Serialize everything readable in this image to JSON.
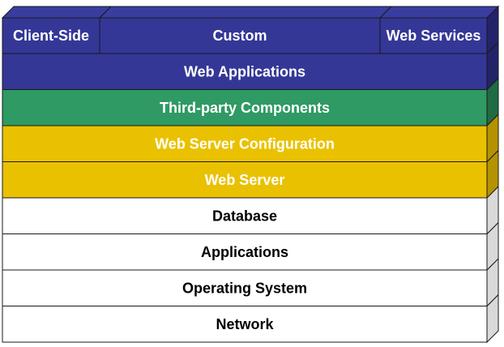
{
  "colors": {
    "blue": "#343796",
    "blue_side": "#22246a",
    "blue_top": "#3a3da0",
    "green": "#2f9a63",
    "green_side": "#1f6b44",
    "yellow": "#eac100",
    "yellow_side": "#b59200",
    "white": "#ffffff",
    "white_side": "#d9d9d9",
    "stroke": "#1a1a1a",
    "text_light": "#ffffff",
    "text_dark": "#000000"
  },
  "top_row": {
    "cells": [
      {
        "label": "Client-Side",
        "color": "blue"
      },
      {
        "label": "Custom",
        "color": "blue"
      },
      {
        "label": "Web Services",
        "color": "blue"
      }
    ]
  },
  "layers": [
    {
      "label": "Web Applications",
      "color": "blue"
    },
    {
      "label": "Third-party Components",
      "color": "green"
    },
    {
      "label": "Web Server Configuration",
      "color": "yellow"
    },
    {
      "label": "Web Server",
      "color": "yellow"
    },
    {
      "label": "Database",
      "color": "white"
    },
    {
      "label": "Applications",
      "color": "white"
    },
    {
      "label": "Operating System",
      "color": "white"
    },
    {
      "label": "Network",
      "color": "white"
    }
  ]
}
